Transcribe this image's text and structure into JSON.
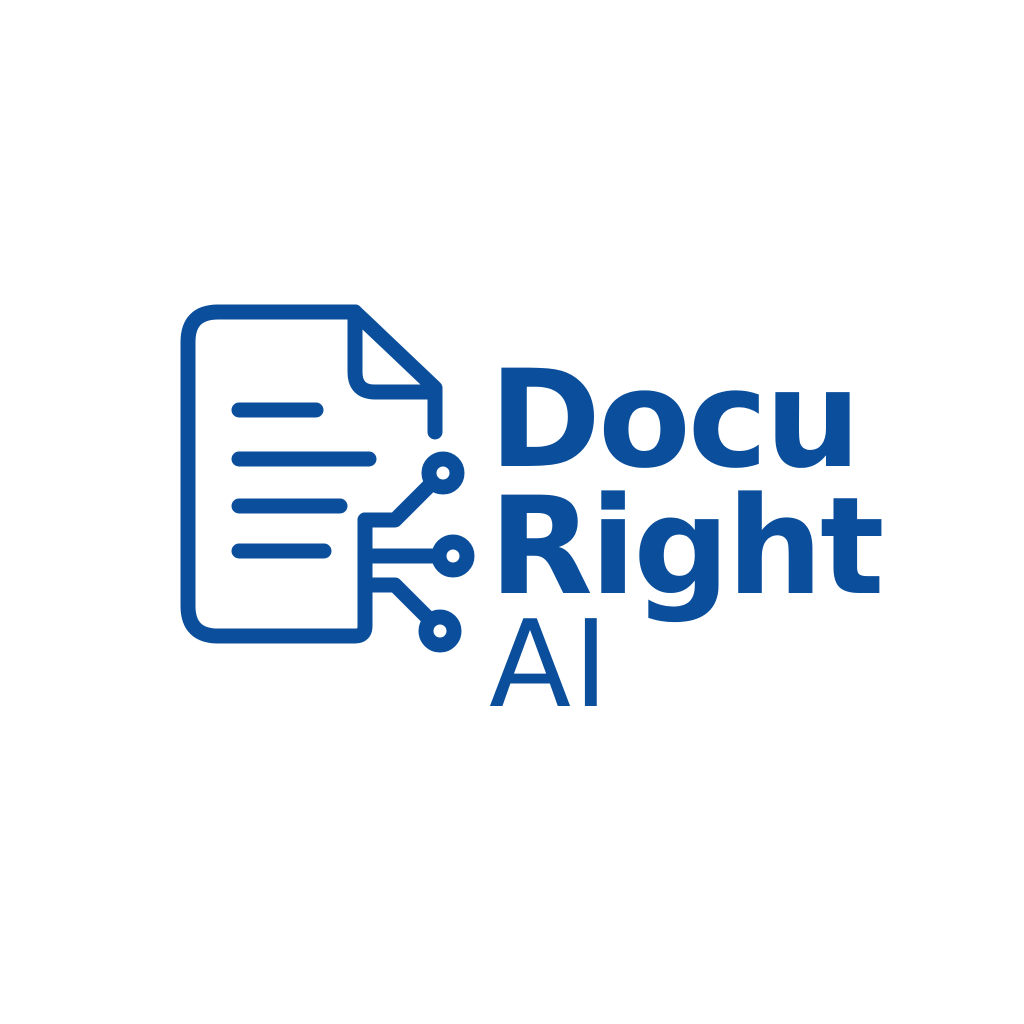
{
  "brand": {
    "name_line1": "Docu",
    "name_line2": "Right",
    "name_line3": "AI",
    "color": "#0b4f9c",
    "background": "#ffffff"
  },
  "icons": {
    "document": "document-icon",
    "circuit": "circuit-nodes-icon"
  }
}
